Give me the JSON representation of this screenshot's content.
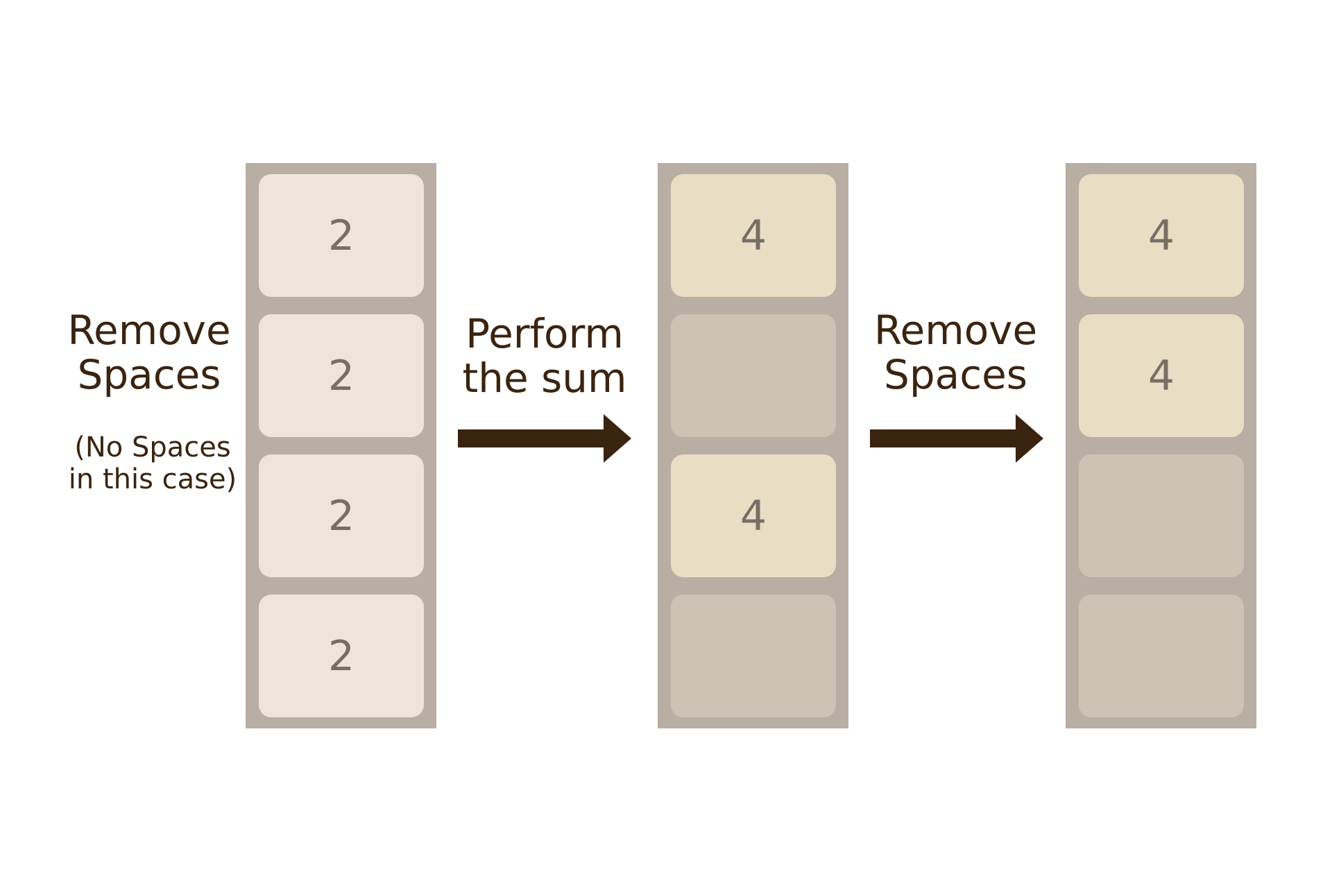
{
  "steps": [
    {
      "label": "Remove\nSpaces",
      "note": "(No Spaces\nin this case)"
    },
    {
      "label": "Perform\nthe sum"
    },
    {
      "label": "Remove\nSpaces"
    }
  ],
  "columns": [
    {
      "tiles": [
        "2",
        "2",
        "2",
        "2"
      ]
    },
    {
      "tiles": [
        "4",
        "",
        "4",
        ""
      ]
    },
    {
      "tiles": [
        "4",
        "4",
        "",
        ""
      ]
    }
  ],
  "colors": {
    "column_bg": "#b9aea3",
    "tile_2": "#efe4d9",
    "tile_4": "#e9dec4",
    "tile_empty": "#cdc2b3",
    "tile_text": "#776e65",
    "label_text": "#3a2410",
    "arrow": "#3a2410"
  }
}
